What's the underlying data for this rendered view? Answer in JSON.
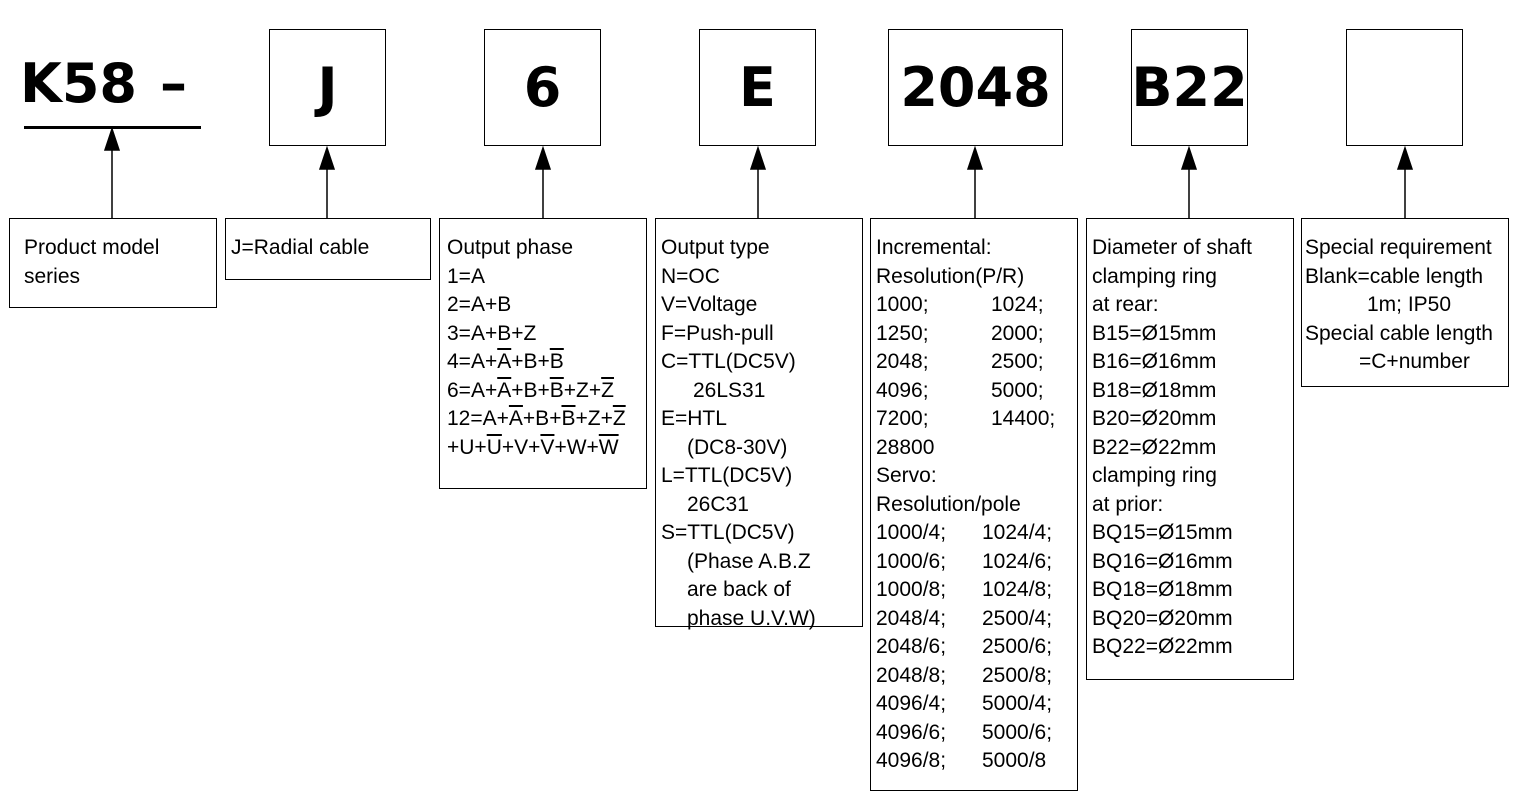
{
  "model_code": {
    "prefix": "K58",
    "dash": "–",
    "segments": [
      "J",
      "6",
      "E",
      "2048",
      "B22",
      ""
    ]
  },
  "descriptions": {
    "product_model": [
      "Product model",
      "series"
    ],
    "cable": [
      "J=Radial cable"
    ],
    "output_phase": {
      "title": "Output phase",
      "items": [
        "1=A",
        "2=A+B",
        "3=A+B+Z"
      ],
      "item4": {
        "prefix": "4=A+",
        "t1": "A",
        "mid": "+B+",
        "t2": "B"
      },
      "item6": {
        "prefix": "6=A+",
        "t1": "A",
        "m1": "+B+",
        "t2": "B",
        "m2": "+Z+",
        "t3": "Z"
      },
      "item12": {
        "prefix": "12=A+",
        "t1": "A",
        "m1": "+B+",
        "t2": "B",
        "m2": "+Z+",
        "t3": "Z"
      },
      "item12b": {
        "p": "+U+",
        "t1": "U",
        "m1": "+V+",
        "t2": "V",
        "m2": "+W+",
        "t3": "W"
      }
    },
    "output_type": [
      "Output type",
      "N=OC",
      "V=Voltage",
      "F=Push-pull",
      "C=TTL(DC5V)",
      "26LS31",
      "E=HTL",
      "(DC8-30V)",
      "L=TTL(DC5V)",
      "26C31",
      "S=TTL(DC5V)",
      "(Phase A.B.Z",
      "are back of",
      "phase U.V.W)"
    ],
    "resolution": {
      "incremental_title": "Incremental:",
      "incremental_subtitle": "Resolution(P/R)",
      "incremental_rows": [
        [
          "1000;",
          "1024;"
        ],
        [
          "1250;",
          "2000;"
        ],
        [
          "2048;",
          "2500;"
        ],
        [
          "4096;",
          "5000;"
        ],
        [
          "7200;",
          "14400;"
        ]
      ],
      "incremental_last": "28800",
      "servo_title": "Servo:",
      "servo_subtitle": "Resolution/pole",
      "servo_rows": [
        [
          "1000/4;",
          "1024/4;"
        ],
        [
          "1000/6;",
          "1024/6;"
        ],
        [
          "1000/8;",
          "1024/8;"
        ],
        [
          "2048/4;",
          "2500/4;"
        ],
        [
          "2048/6;",
          "2500/6;"
        ],
        [
          "2048/8;",
          "2500/8;"
        ],
        [
          "4096/4;",
          "5000/4;"
        ],
        [
          "4096/6;",
          "5000/6;"
        ],
        [
          "4096/8;",
          "5000/8"
        ]
      ]
    },
    "shaft": [
      "Diameter of shaft",
      "clamping ring",
      "at rear:",
      "B15=Ø15mm",
      "B16=Ø16mm",
      "B18=Ø18mm",
      "B20=Ø20mm",
      "B22=Ø22mm",
      "clamping ring",
      "at prior:",
      "BQ15=Ø15mm",
      "BQ16=Ø16mm",
      "BQ18=Ø18mm",
      "BQ20=Ø20mm",
      "BQ22=Ø22mm"
    ],
    "special": [
      "Special requirement",
      "Blank=cable length",
      "1m; IP50",
      "Special cable length",
      "=C+number"
    ]
  },
  "colors": {
    "line": "#000000",
    "background": "#ffffff"
  }
}
